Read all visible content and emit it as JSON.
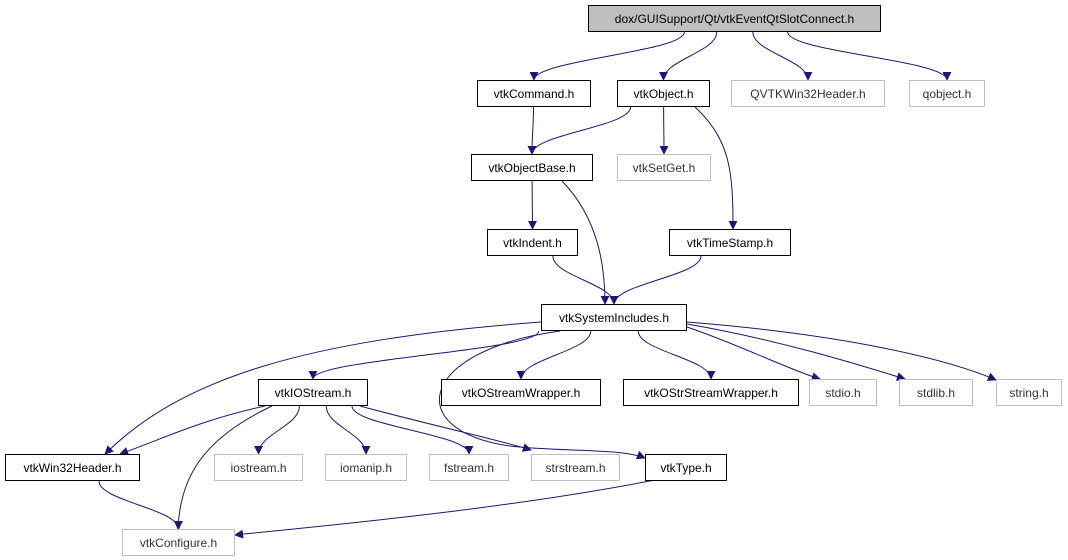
{
  "graph": {
    "colors": {
      "edge": "#191970",
      "root_fill": "#bfbfbf",
      "external_border": "#bfbfbf",
      "documented_border": "#000000"
    },
    "nodes": [
      {
        "id": "root",
        "label": "dox/GUISupport/Qt/vtkEventQtSlotConnect.h",
        "kind": "root"
      },
      {
        "id": "vtkCommand",
        "label": "vtkCommand.h",
        "kind": "documented"
      },
      {
        "id": "vtkObject",
        "label": "vtkObject.h",
        "kind": "documented"
      },
      {
        "id": "QVTKWin32Header",
        "label": "QVTKWin32Header.h",
        "kind": "external"
      },
      {
        "id": "qobject",
        "label": "qobject.h",
        "kind": "external"
      },
      {
        "id": "vtkObjectBase",
        "label": "vtkObjectBase.h",
        "kind": "documented"
      },
      {
        "id": "vtkSetGet",
        "label": "vtkSetGet.h",
        "kind": "external"
      },
      {
        "id": "vtkIndent",
        "label": "vtkIndent.h",
        "kind": "documented"
      },
      {
        "id": "vtkTimeStamp",
        "label": "vtkTimeStamp.h",
        "kind": "documented"
      },
      {
        "id": "vtkSystemIncludes",
        "label": "vtkSystemIncludes.h",
        "kind": "documented"
      },
      {
        "id": "vtkIOStream",
        "label": "vtkIOStream.h",
        "kind": "documented"
      },
      {
        "id": "vtkOStreamWrapper",
        "label": "vtkOStreamWrapper.h",
        "kind": "documented"
      },
      {
        "id": "vtkOStrStreamWrapper",
        "label": "vtkOStrStreamWrapper.h",
        "kind": "documented"
      },
      {
        "id": "stdio",
        "label": "stdio.h",
        "kind": "external"
      },
      {
        "id": "stdlib",
        "label": "stdlib.h",
        "kind": "external"
      },
      {
        "id": "string",
        "label": "string.h",
        "kind": "external"
      },
      {
        "id": "vtkWin32Header",
        "label": "vtkWin32Header.h",
        "kind": "documented"
      },
      {
        "id": "iostream",
        "label": "iostream.h",
        "kind": "external"
      },
      {
        "id": "iomanip",
        "label": "iomanip.h",
        "kind": "external"
      },
      {
        "id": "fstream",
        "label": "fstream.h",
        "kind": "external"
      },
      {
        "id": "strstream",
        "label": "strstream.h",
        "kind": "external"
      },
      {
        "id": "vtkType",
        "label": "vtkType.h",
        "kind": "documented"
      },
      {
        "id": "vtkConfigure",
        "label": "vtkConfigure.h",
        "kind": "external"
      }
    ],
    "edges": [
      [
        "root",
        "vtkCommand"
      ],
      [
        "root",
        "vtkObject"
      ],
      [
        "root",
        "QVTKWin32Header"
      ],
      [
        "root",
        "qobject"
      ],
      [
        "vtkCommand",
        "vtkObjectBase"
      ],
      [
        "vtkObject",
        "vtkObjectBase"
      ],
      [
        "vtkObject",
        "vtkSetGet"
      ],
      [
        "vtkObject",
        "vtkTimeStamp"
      ],
      [
        "vtkObjectBase",
        "vtkIndent"
      ],
      [
        "vtkObjectBase",
        "vtkSystemIncludes"
      ],
      [
        "vtkIndent",
        "vtkSystemIncludes"
      ],
      [
        "vtkTimeStamp",
        "vtkSystemIncludes"
      ],
      [
        "vtkSystemIncludes",
        "vtkWin32Header"
      ],
      [
        "vtkSystemIncludes",
        "vtkIOStream"
      ],
      [
        "vtkSystemIncludes",
        "vtkOStreamWrapper"
      ],
      [
        "vtkSystemIncludes",
        "vtkOStrStreamWrapper"
      ],
      [
        "vtkSystemIncludes",
        "stdio"
      ],
      [
        "vtkSystemIncludes",
        "stdlib"
      ],
      [
        "vtkSystemIncludes",
        "string"
      ],
      [
        "vtkSystemIncludes",
        "vtkType"
      ],
      [
        "vtkIOStream",
        "vtkWin32Header"
      ],
      [
        "vtkIOStream",
        "vtkConfigure"
      ],
      [
        "vtkIOStream",
        "iostream"
      ],
      [
        "vtkIOStream",
        "iomanip"
      ],
      [
        "vtkIOStream",
        "fstream"
      ],
      [
        "vtkIOStream",
        "strstream"
      ],
      [
        "vtkWin32Header",
        "vtkConfigure"
      ],
      [
        "vtkType",
        "vtkConfigure"
      ]
    ]
  }
}
